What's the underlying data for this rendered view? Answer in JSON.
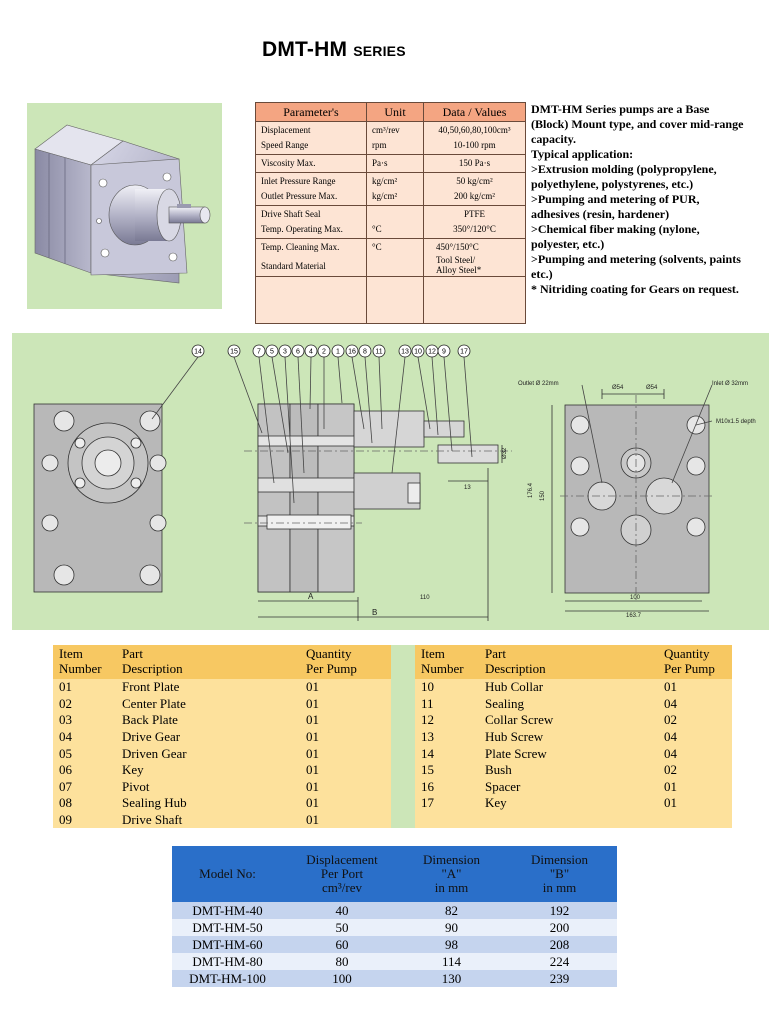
{
  "header": {
    "title": "DMT-HM",
    "series": "SERIES"
  },
  "parameters": {
    "headers": [
      "Parameter's",
      "Unit",
      "Data / Values"
    ],
    "groups": [
      [
        {
          "param": "Displacement",
          "unit": "cm³/rev",
          "value": "40,50,60,80,100cm³"
        },
        {
          "param": "Speed Range",
          "unit": "rpm",
          "value": "10-100 rpm"
        }
      ],
      [
        {
          "param": "Viscosity Max.",
          "unit": "Pa·s",
          "value": "150 Pa·s"
        }
      ],
      [
        {
          "param": "Inlet Pressure Range",
          "unit": "kg/cm²",
          "value": "50 kg/cm²"
        },
        {
          "param": "Outlet Pressure Max.",
          "unit": "kg/cm²",
          "value": "200 kg/cm²"
        }
      ],
      [
        {
          "param": "Drive Shaft Seal",
          "unit": "",
          "value": "PTFE"
        },
        {
          "param": "Temp. Operating Max.",
          "unit": "°C",
          "value": "350°/120°C"
        }
      ],
      [
        {
          "param": "Temp. Cleaning Max.",
          "unit": "°C",
          "value": "450°/150°C"
        },
        {
          "param": "Standard Material",
          "unit": "",
          "value": "Tool Steel/",
          "value2": "Alloy Steel*"
        }
      ]
    ]
  },
  "description": {
    "lines": [
      "DMT-HM Series pumps are a Base",
      "(Block) Mount type, and cover mid-range",
      "capacity.",
      "Typical application:",
      ">Extrusion molding (polypropylene,",
      "polyethylene, polystyrenes, etc.)",
      ">Pumping and metering of PUR,",
      "adhesives (resin, hardener)",
      ">Chemical fiber making (nylone,",
      "polyester, etc.)",
      ">Pumping and metering (solvents, paints",
      "etc.)",
      "* Nitriding coating for Gears on request."
    ]
  },
  "drawing": {
    "balloons": [
      "14",
      "15",
      "7",
      "5",
      "3",
      "6",
      "4",
      "2",
      "1",
      "16",
      "8",
      "11",
      "13",
      "10",
      "12",
      "9",
      "17"
    ],
    "labels": {
      "outlet": "Outlet Ø 22mm",
      "inlet": "Inlet Ø 32mm",
      "dim_a": "A",
      "dim_b": "B",
      "dim_110": "110",
      "dim_phi54a": "Ø54",
      "dim_phi54b": "Ø54",
      "dim_150": "150",
      "dim_176": "176.4",
      "dim_30": "30",
      "dim_100": "100",
      "dim_bottom_1": "163.7",
      "dim_small_1": "13",
      "dim_small_2": "Ø32",
      "dim_thread": "M10x1.5 depth"
    }
  },
  "parts": {
    "headers": {
      "item": [
        "Item",
        "Number"
      ],
      "part": [
        "Part",
        "Description"
      ],
      "qty": [
        "Quantity",
        "Per Pump"
      ]
    },
    "left": [
      {
        "no": "01",
        "desc": "Front Plate",
        "qty": "01"
      },
      {
        "no": "02",
        "desc": "Center Plate",
        "qty": "01"
      },
      {
        "no": "03",
        "desc": "Back Plate",
        "qty": "01"
      },
      {
        "no": "04",
        "desc": "Drive Gear",
        "qty": "01"
      },
      {
        "no": "05",
        "desc": "Driven Gear",
        "qty": "01"
      },
      {
        "no": "06",
        "desc": "Key",
        "qty": "01"
      },
      {
        "no": "07",
        "desc": "Pivot",
        "qty": "01"
      },
      {
        "no": "08",
        "desc": "Sealing Hub",
        "qty": "01"
      },
      {
        "no": "09",
        "desc": "Drive Shaft",
        "qty": "01"
      }
    ],
    "right": [
      {
        "no": "10",
        "desc": "Hub Collar",
        "qty": "01"
      },
      {
        "no": "11",
        "desc": "Sealing",
        "qty": "04"
      },
      {
        "no": "12",
        "desc": "Collar Screw",
        "qty": "02"
      },
      {
        "no": "13",
        "desc": "Hub Screw",
        "qty": "04"
      },
      {
        "no": "14",
        "desc": "Plate Screw",
        "qty": "04"
      },
      {
        "no": "15",
        "desc": "Bush",
        "qty": "02"
      },
      {
        "no": "16",
        "desc": "Spacer",
        "qty": "01"
      },
      {
        "no": "17",
        "desc": "Key",
        "qty": "01"
      },
      {
        "no": "",
        "desc": "",
        "qty": ""
      }
    ]
  },
  "models": {
    "headers": {
      "model": "Model No:",
      "disp": [
        "Displacement",
        "Per Port",
        "cm³/rev"
      ],
      "dim_a": [
        "Dimension",
        "\"A\"",
        "in mm"
      ],
      "dim_b": [
        "Dimension",
        "\"B\"",
        "in mm"
      ]
    },
    "rows": [
      {
        "model": "DMT-HM-40",
        "disp": "40",
        "a": "82",
        "b": "192"
      },
      {
        "model": "DMT-HM-50",
        "disp": "50",
        "a": "90",
        "b": "200"
      },
      {
        "model": "DMT-HM-60",
        "disp": "60",
        "a": "98",
        "b": "208"
      },
      {
        "model": "DMT-HM-80",
        "disp": "80",
        "a": "114",
        "b": "224"
      },
      {
        "model": "DMT-HM-100",
        "disp": "100",
        "a": "130",
        "b": "239"
      }
    ]
  }
}
